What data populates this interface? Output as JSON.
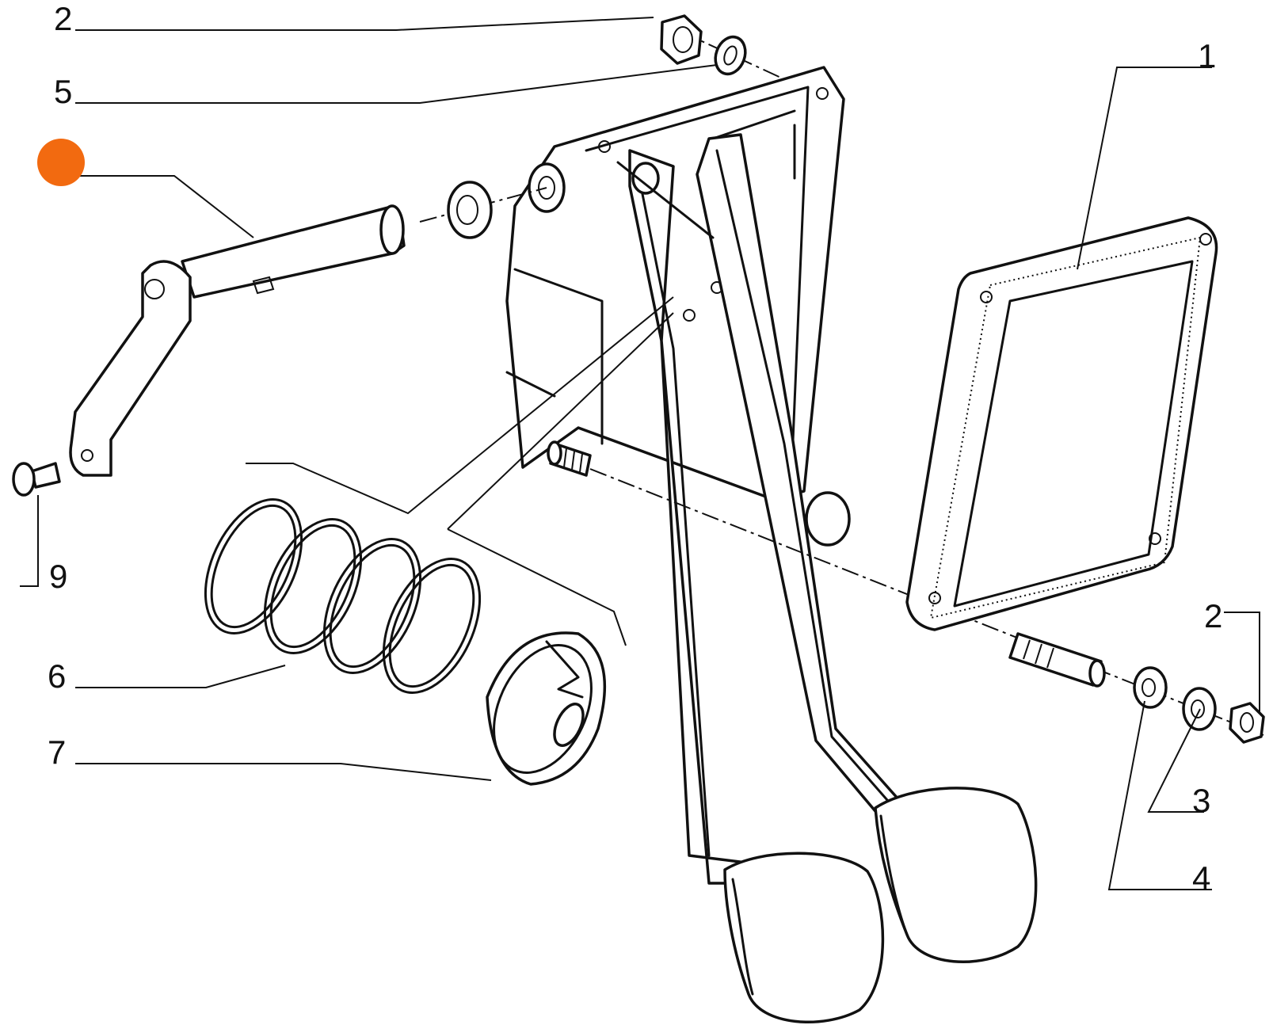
{
  "callouts": [
    {
      "id": "c1",
      "text": "1"
    },
    {
      "id": "c2a",
      "text": "2"
    },
    {
      "id": "c2b",
      "text": "2"
    },
    {
      "id": "c3",
      "text": "3"
    },
    {
      "id": "c4",
      "text": "4"
    },
    {
      "id": "c5",
      "text": "5"
    },
    {
      "id": "c6",
      "text": "6"
    },
    {
      "id": "c7",
      "text": "7"
    },
    {
      "id": "c9",
      "text": "9"
    }
  ],
  "marker": {
    "color": "#f26a10"
  }
}
